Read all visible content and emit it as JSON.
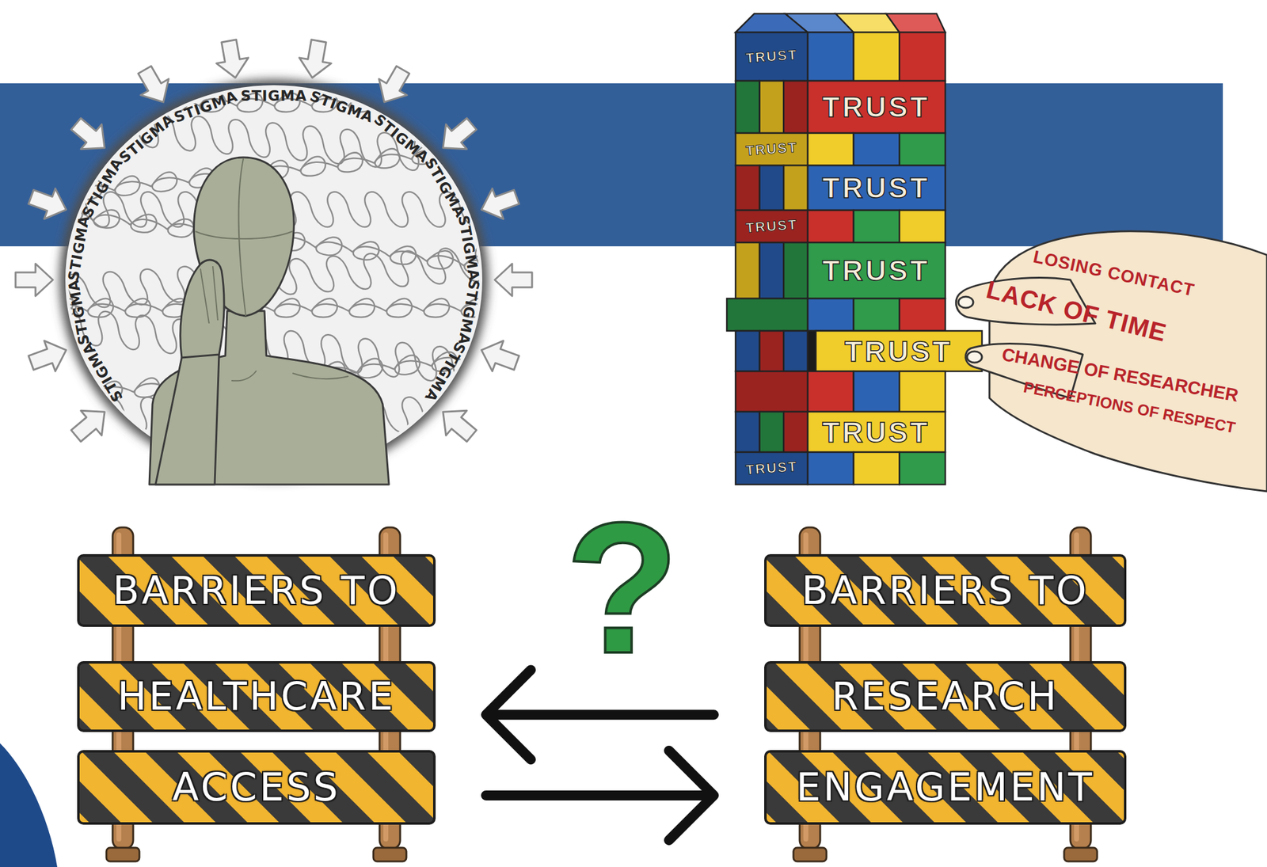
{
  "diagram": {
    "nodes": [
      {
        "text": [
          "BARRIERS TO",
          "HEALTHCARE",
          "ACCESS"
        ]
      },
      {
        "text": [
          "BARRIERS TO",
          "RESEARCH",
          "ENGAGEMENT"
        ]
      }
    ],
    "edges": [
      {
        "from": 1,
        "to": 0,
        "arrow": "to"
      },
      {
        "from": 0,
        "to": 1,
        "arrow": "to"
      }
    ],
    "labels": [
      "STIGMA",
      "STIGMA",
      "STIGMA",
      "STIGMA",
      "STIGMA",
      "STIGMA",
      "STIGMA",
      "STIGMA",
      "STIGMA",
      "STIGMA",
      "STIGMA",
      "STIGMA",
      "STIGMA",
      "TRUST",
      "TRUST",
      "TRUST",
      "TRUST",
      "TRUST",
      "TRUST",
      "TRUST",
      "TRUST",
      "TRUST",
      "LOSING CONTACT",
      "LACK OF TIME",
      "CHANGE OF RESEARCHER",
      "PERCEPTIONS OF RESPECT",
      "?"
    ]
  }
}
